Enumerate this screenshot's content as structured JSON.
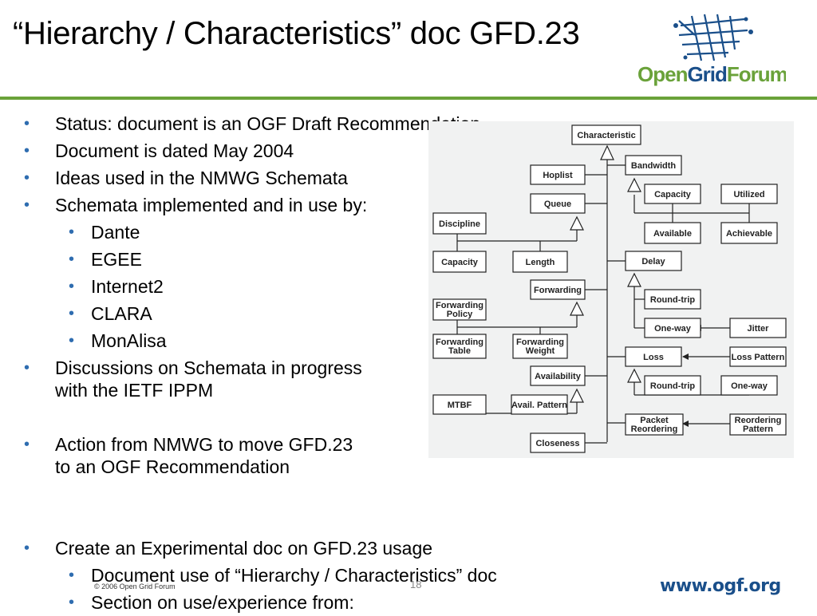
{
  "title": "“Hierarchy / Characteristics” doc GFD.23",
  "logo": {
    "text_open": "Open",
    "text_grid": "Grid",
    "text_forum": "Forum"
  },
  "bullets": [
    {
      "text": "Status: document is an OGF Draft Recommendation"
    },
    {
      "text": "Document is dated May 2004"
    },
    {
      "text": "Ideas used in the NMWG Schemata"
    },
    {
      "text": "Schemata implemented and in use by:"
    },
    {
      "text": "Dante"
    },
    {
      "text": "EGEE"
    },
    {
      "text": "Internet2"
    },
    {
      "text": "CLARA"
    },
    {
      "text": "MonAlisa"
    },
    {
      "text": " Discussions on Schemata in progress",
      "cont": "with the IETF IPPM"
    },
    {
      "text": "Action from NMWG to move GFD.23",
      "cont": "to an OGF Recommendation"
    },
    {
      "text": "Create an Experimental doc on GFD.23 usage"
    },
    {
      "text": "Document use of “Hierarchy / Characteristics” doc"
    },
    {
      "text": "Section on use/experience from:"
    }
  ],
  "diagram": {
    "characteristic": "Characteristic",
    "hoplist": "Hoplist",
    "queue": "Queue",
    "discipline": "Discipline",
    "capacity_left": "Capacity",
    "length": "Length",
    "forwarding": "Forwarding",
    "forwarding_policy_1": "Forwarding",
    "forwarding_policy_2": "Policy",
    "forwarding_table_1": "Forwarding",
    "forwarding_table_2": "Table",
    "forwarding_weight_1": "Forwarding",
    "forwarding_weight_2": "Weight",
    "availability": "Availability",
    "mtbf": "MTBF",
    "avail_pattern": "Avail. Pattern",
    "closeness": "Closeness",
    "bandwidth": "Bandwidth",
    "capacity_right": "Capacity",
    "utilized": "Utilized",
    "available": "Available",
    "achievable": "Achievable",
    "delay": "Delay",
    "round_trip_1": "Round-trip",
    "one_way_1": "One-way",
    "jitter": "Jitter",
    "loss": "Loss",
    "loss_pattern": "Loss Pattern",
    "round_trip_2": "Round-trip",
    "one_way_2": "One-way",
    "packet_reordering_1": "Packet",
    "packet_reordering_2": "Reordering",
    "reordering_pattern_1": "Reordering",
    "reordering_pattern_2": "Pattern"
  },
  "footer": {
    "copyright": "© 2006 Open Grid Forum",
    "page_number": "18",
    "url": "www.ogf.org"
  },
  "colors": {
    "accent_green": "#6aa23a",
    "bullet_blue": "#2f6db0",
    "url_blue": "#1a4f8a"
  }
}
